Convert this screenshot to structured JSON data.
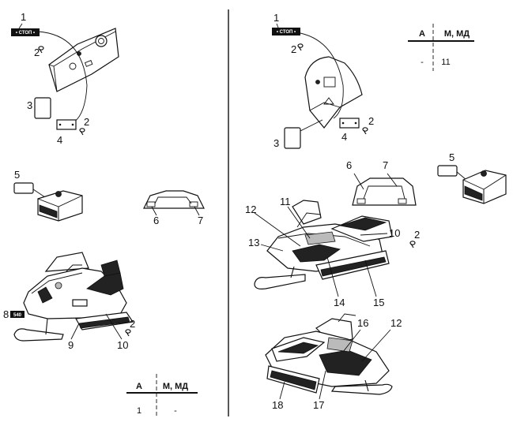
{
  "left_panel": {
    "callouts": {
      "c1": "1",
      "c2a": "2",
      "c3": "3",
      "c4": "4",
      "c2b": "2",
      "c5": "5",
      "c6": "6",
      "c7": "7",
      "c8": "8",
      "c9": "9",
      "c10": "10",
      "c2c": "2"
    },
    "stop_label": "• СТОП •",
    "badge_label": "540",
    "table": {
      "headers": [
        "А",
        "М, МД"
      ],
      "row": [
        "1",
        "-"
      ]
    }
  },
  "right_panel": {
    "callouts": {
      "c1": "1",
      "c2a": "2",
      "c3": "3",
      "c4": "4",
      "c2b": "2",
      "c5": "5",
      "c6": "6",
      "c7": "7",
      "c12a": "12",
      "c11": "11",
      "c10": "10",
      "c2c": "2",
      "c13": "13",
      "c14": "14",
      "c15": "15",
      "c16": "16",
      "c12b": "12",
      "c18": "18",
      "c17": "17"
    },
    "stop_label": "• СТОП •",
    "table": {
      "headers": [
        "А",
        "М, МД"
      ],
      "row": [
        "-",
        "11"
      ]
    }
  },
  "colors": {
    "ink": "#111111",
    "paper": "#ffffff"
  }
}
